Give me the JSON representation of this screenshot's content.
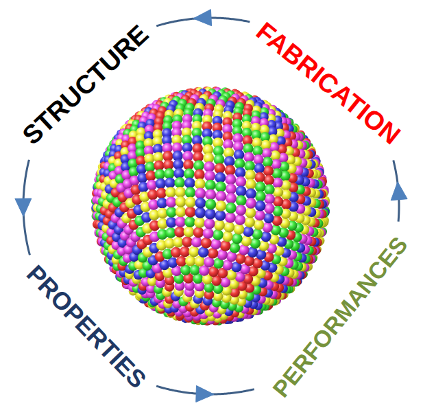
{
  "diagram": {
    "nodes": [
      {
        "text": [
          "STRUCTURE"
        ]
      },
      {
        "text": [
          "FABRICATION"
        ]
      },
      {
        "text": [
          "PROPERTIES"
        ]
      },
      {
        "text": [
          "PERFORMANCES"
        ]
      }
    ],
    "edges": [
      {
        "from": 1,
        "to": 0,
        "arrow": "to"
      },
      {
        "from": 0,
        "to": 2,
        "arrow": "to"
      },
      {
        "from": 2,
        "to": 3,
        "arrow": "to"
      },
      {
        "from": 3,
        "to": 1,
        "arrow": "to"
      }
    ]
  }
}
